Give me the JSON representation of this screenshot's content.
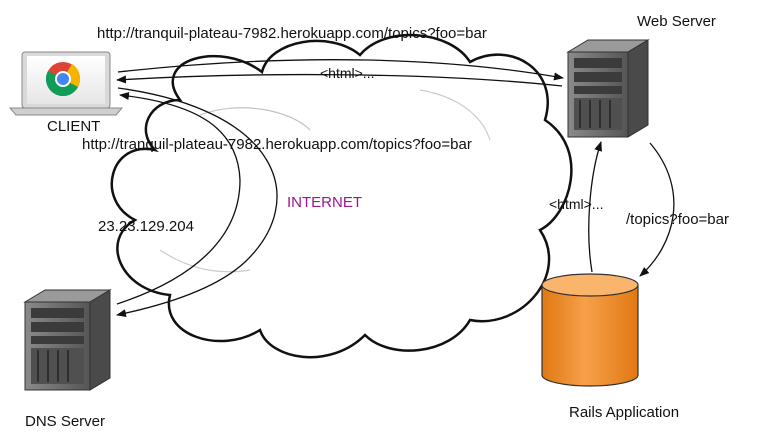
{
  "labels": {
    "request_url_top": "http://tranquil-plateau-7982.herokuapp.com/topics?foo=bar",
    "response_top": "<html>...",
    "client": "CLIENT",
    "request_url_dns": "http://tranquil-plateau-7982.herokuapp.com/topics?foo=bar",
    "internet": "INTERNET",
    "ip_address": "23.23.129.204",
    "web_server": "Web Server",
    "response_rails": "<html>...",
    "rails_route": "/topics?foo=bar",
    "dns_server": "DNS Server",
    "rails_app": "Rails Application"
  },
  "colors": {
    "internet": "#a0158f",
    "cylinder_top": "#f7a14a",
    "cylinder_body": "#f08a24",
    "server": "#6a6a6a"
  },
  "icons": {
    "client": "laptop-with-chrome-icon",
    "web_server": "server-tower-icon",
    "dns_server": "server-tower-icon",
    "rails_app": "database-cylinder-icon",
    "internet": "cloud-shape"
  }
}
